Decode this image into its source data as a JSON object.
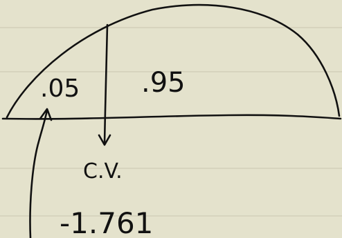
{
  "labels": {
    "left_area": ".05",
    "right_area": ".95",
    "critical_value_label": "C.V.",
    "critical_value": "-1.761"
  },
  "colors": {
    "paper": "#e4e2cc",
    "ruled_line": "#cfccb6",
    "ink": "#111111"
  }
}
